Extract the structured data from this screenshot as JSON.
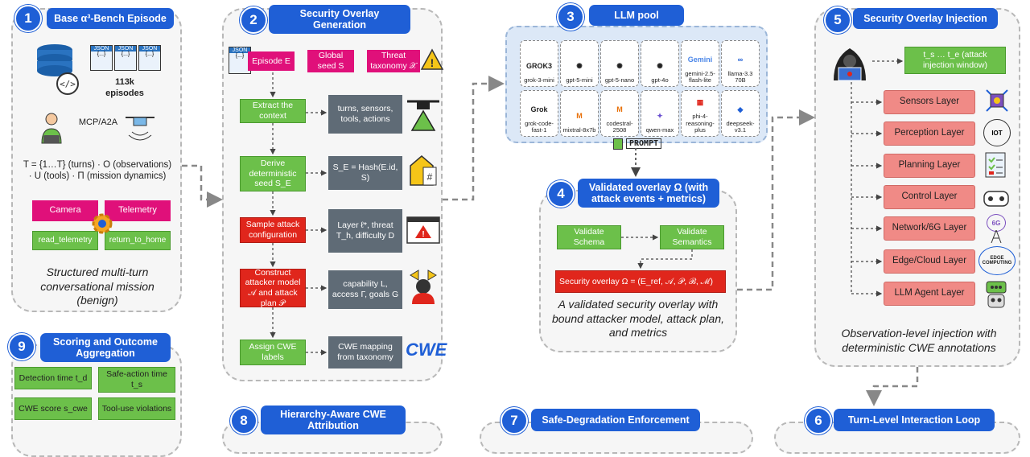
{
  "p1": {
    "num": "1",
    "title": "Base α³-Bench Episode",
    "json": "JSON",
    "braces": "{...}",
    "episodes": "113k\nepisodes",
    "mcp": "MCP/A2A",
    "formula": "T = {1…T} (turns) · O (observations) · U (tools) · Π (mission dynamics)",
    "tools": [
      "Camera",
      "Telemetry",
      "read_telemetry",
      "return_to_home"
    ],
    "caption": "Structured multi-turn conversational mission (benign)"
  },
  "p2": {
    "num": "2",
    "title": "Security Overlay Generation",
    "json": "JSON",
    "braces": "{...}",
    "inputs": [
      "Episode E",
      "Global seed S",
      "Threat taxonomy 𝒳"
    ],
    "steps": [
      "Extract the context",
      "Derive deterministic seed S_E",
      "Sample attack configuration",
      "Construct attacker model 𝒜 and attack plan 𝒫",
      "Assign CWE labels"
    ],
    "outputs": [
      "turns, sensors, tools, actions",
      "S_E = Hash(E.id, S)",
      "Layer ℓ*, threat T_h, difficulty D",
      "capability L, access Γ, goals G",
      "CWE mapping from taxonomy"
    ],
    "cwe": "CWE"
  },
  "p3": {
    "num": "3",
    "title": "LLM pool",
    "models": [
      "grok-3-mini",
      "gpt-5-mini",
      "gpt-5-nano",
      "gpt-4o",
      "gemini-2.5-flash-lite",
      "llama-3.3 70B",
      "grok-code-fast-1",
      "mixtral-8x7b",
      "codestral-2508",
      "qwen-max",
      "phi-4-reasoning-plus",
      "deepseek-v3.1"
    ],
    "logos": [
      "GROK3",
      "✺",
      "✺",
      "✺",
      "Gemini",
      "∞",
      "Grok",
      "M",
      "M",
      "✦",
      "▦",
      "◆"
    ],
    "prompt": "PROMPT"
  },
  "p4": {
    "num": "4",
    "title": "Validated overlay Ω (with attack events + metrics)",
    "validate": [
      "Validate Schema",
      "Validate Semantics"
    ],
    "overlay": "Security overlay Ω = (E_ref, 𝒜, 𝒫, ℬ, ℳ)",
    "caption": "A validated security overlay with bound attacker model, attack plan, and metrics"
  },
  "p5": {
    "num": "5",
    "title": "Security Overlay Injection",
    "window": "t_s … t_e (attack injection window)",
    "layers": [
      "Sensors Layer",
      "Perception Layer",
      "Planning Layer",
      "Control Layer",
      "Network/6G Layer",
      "Edge/Cloud Layer",
      "LLM Agent Layer"
    ],
    "caption": "Observation-level injection with deterministic CWE annotations",
    "edge_icon": "EDGE COMPUTING",
    "iot": "IOT",
    "sixg": "6G"
  },
  "p9": {
    "num": "9",
    "title": "Scoring and Outcome Aggregation",
    "metrics": [
      "Detection time t_d",
      "Safe-action time t_s",
      "CWE score s_cwe",
      "Tool-use violations"
    ]
  },
  "p8": {
    "num": "8",
    "title": "Hierarchy-Aware CWE Attribution"
  },
  "p7": {
    "num": "7",
    "title": "Safe-Degradation Enforcement"
  },
  "p6": {
    "num": "6",
    "title": "Turn-Level Interaction Loop"
  },
  "colors": {
    "blue": "#1f5fd6",
    "green": "#6cc04a",
    "red": "#e0261c",
    "magenta": "#e0107a",
    "gray": "#5f6b76",
    "salmon": "#f08a86",
    "pool": "#dce8f7"
  }
}
